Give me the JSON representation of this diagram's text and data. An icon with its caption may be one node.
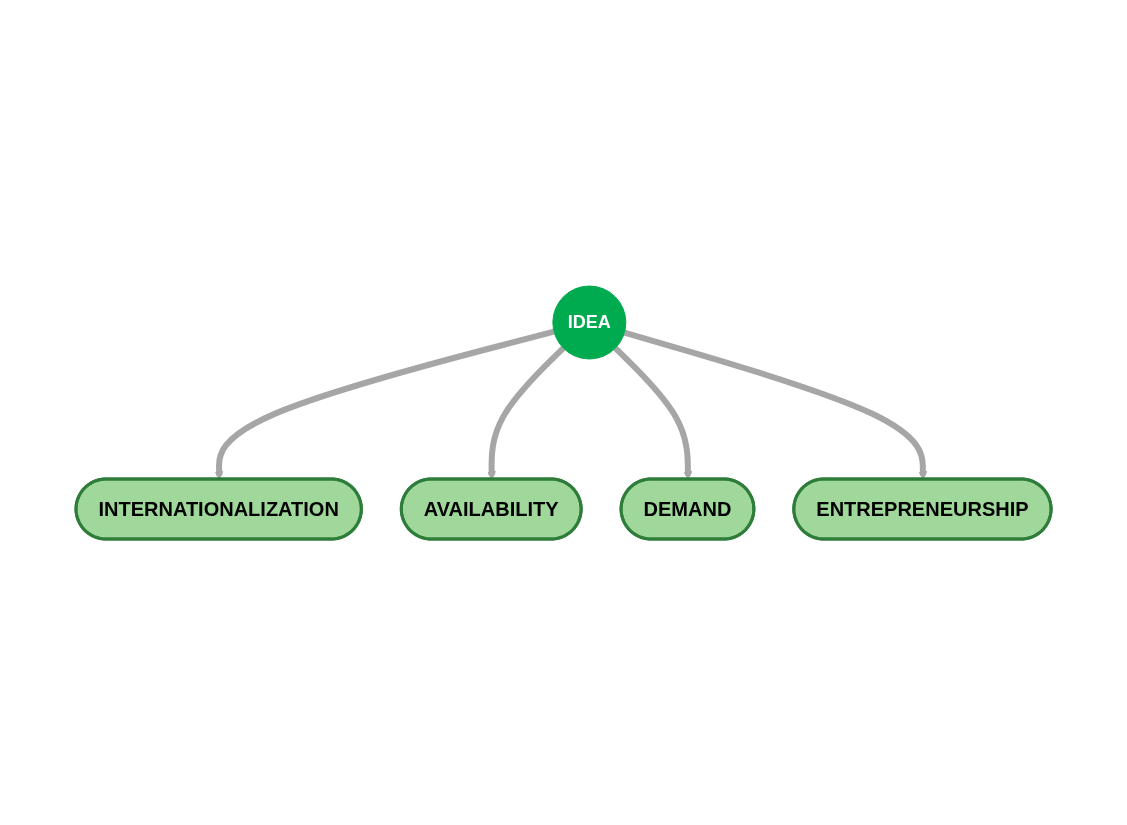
{
  "diagram": {
    "nodes": [
      {
        "text": [
          "INTERNATIONALIZATION"
        ]
      },
      {
        "text": [
          "AVAILABILITY"
        ]
      },
      {
        "text": [
          "IDEA"
        ]
      },
      {
        "text": [
          "DEMAND"
        ]
      },
      {
        "text": [
          "ENTREPRENEURSHIP"
        ]
      }
    ],
    "edges": [
      {
        "from": 2,
        "to": 0,
        "arrow": "to"
      },
      {
        "from": 2,
        "to": 1,
        "arrow": "to"
      },
      {
        "from": 2,
        "to": 3,
        "arrow": "to"
      },
      {
        "from": 2,
        "to": 4,
        "arrow": "to"
      }
    ]
  }
}
